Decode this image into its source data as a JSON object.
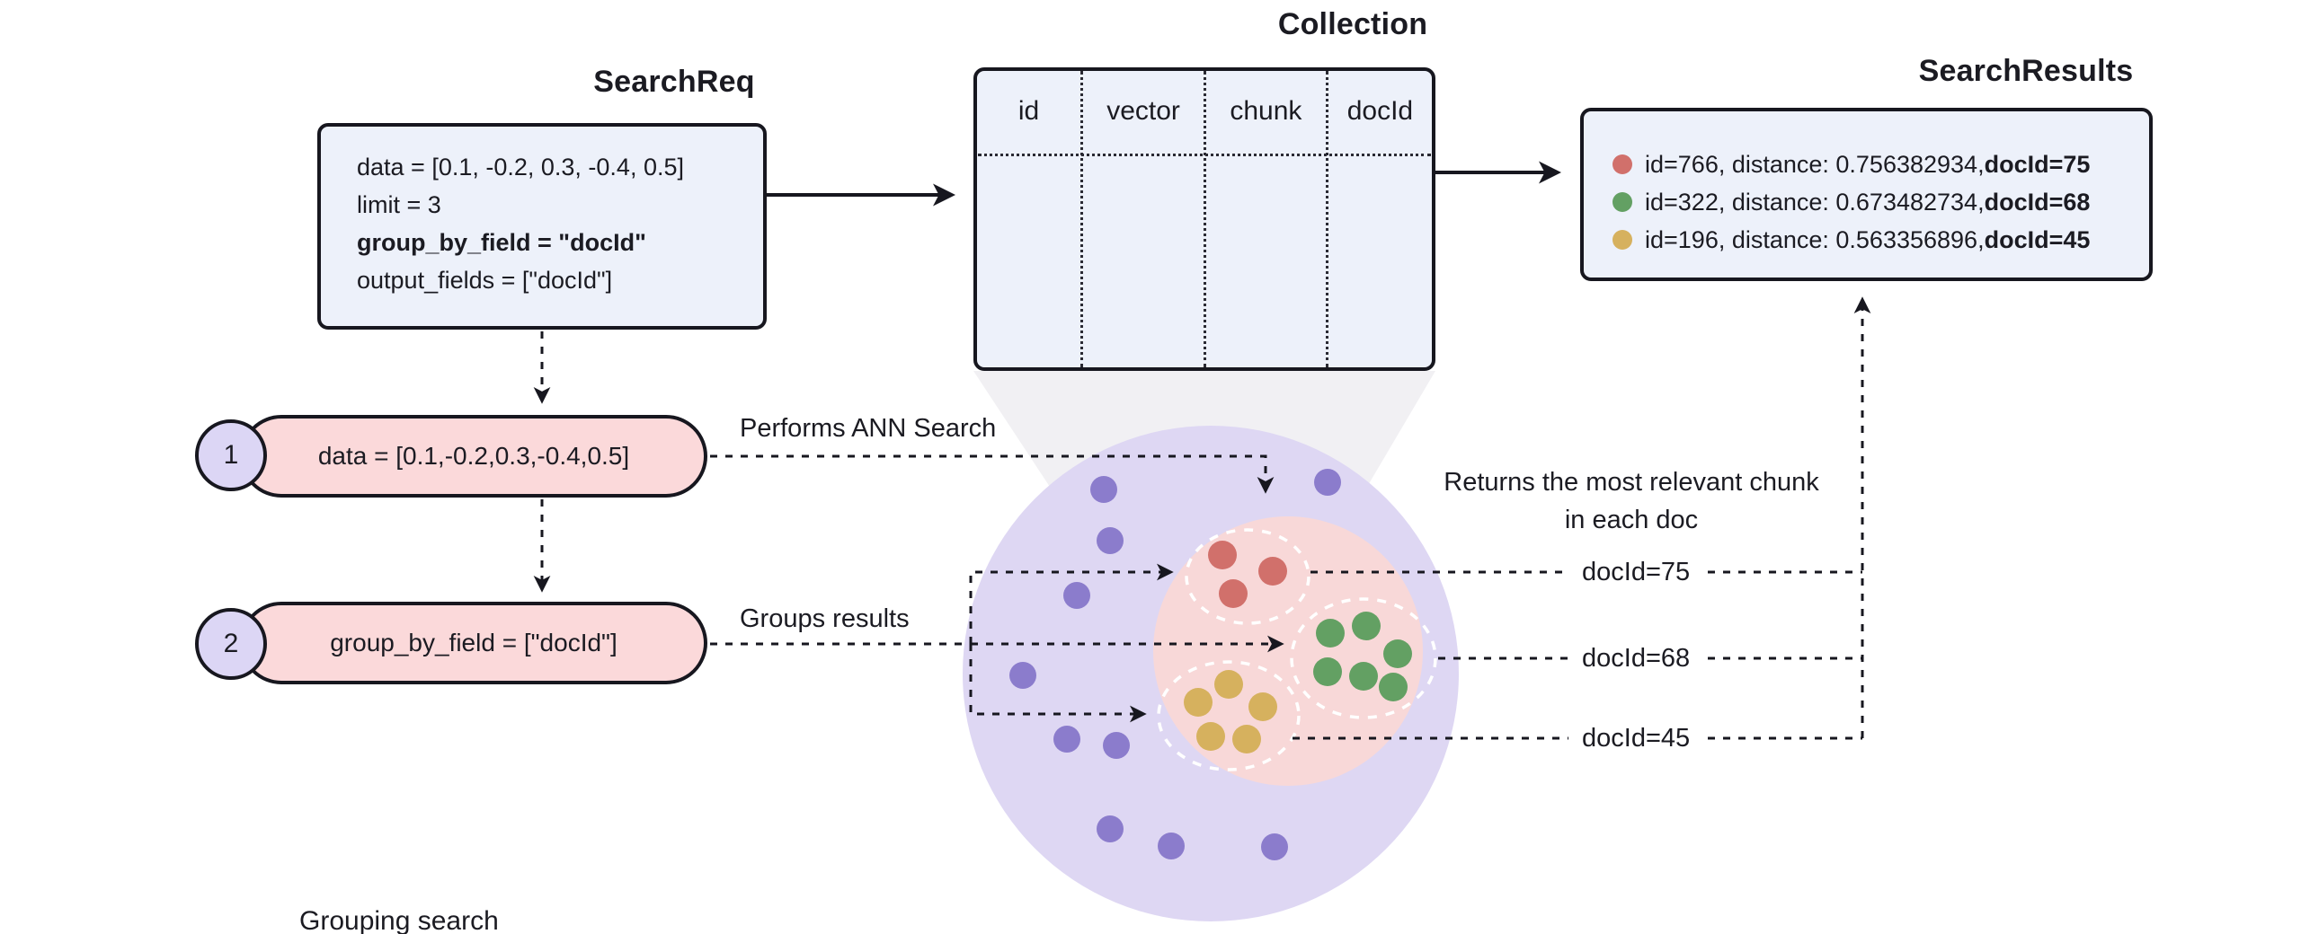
{
  "caption": "Grouping search",
  "colors": {
    "ink": "#17171f",
    "box_bg": "#edf1fa",
    "pill_bg": "#fbd9da",
    "badge_bg": "#dcd6f5",
    "cluster_bg": "#ded7f3",
    "group_bg": "#f8d8d8",
    "funnel": "#f1f0f3",
    "red": "#d1706b",
    "green": "#63a063",
    "yellow": "#d6b15e",
    "purple": "#8b7ccc"
  },
  "searchreq": {
    "title": "SearchReq",
    "lines": [
      "data = [0.1, -0.2, 0.3, -0.4, 0.5]",
      "limit = 3",
      "group_by_field = \"docId\"",
      "output_fields = [\"docId\"]"
    ]
  },
  "collection": {
    "title": "Collection",
    "columns": [
      "id",
      "vector",
      "chunk",
      "docId"
    ]
  },
  "results": {
    "title": "SearchResults",
    "items": [
      {
        "color": "#d1706b",
        "text": "id=766, distance: 0.756382934, ",
        "bold": "docId=75"
      },
      {
        "color": "#63a063",
        "text": "id=322, distance: 0.673482734, ",
        "bold": "docId=68"
      },
      {
        "color": "#d6b15e",
        "text": "id=196, distance: 0.563356896, ",
        "bold": "docId=45"
      }
    ]
  },
  "steps": [
    {
      "num": "1",
      "label": "data = [0.1,-0.2,0.3,-0.4,0.5]",
      "arrow_label": "Performs ANN Search"
    },
    {
      "num": "2",
      "label": "group_by_field = [\"docId\"]",
      "arrow_label": "Groups results"
    }
  ],
  "cluster_labels": [
    "docId=75",
    "docId=68",
    "docId=45"
  ],
  "note": {
    "line1": "Returns the most relevant chunk",
    "line2": "in each doc"
  }
}
